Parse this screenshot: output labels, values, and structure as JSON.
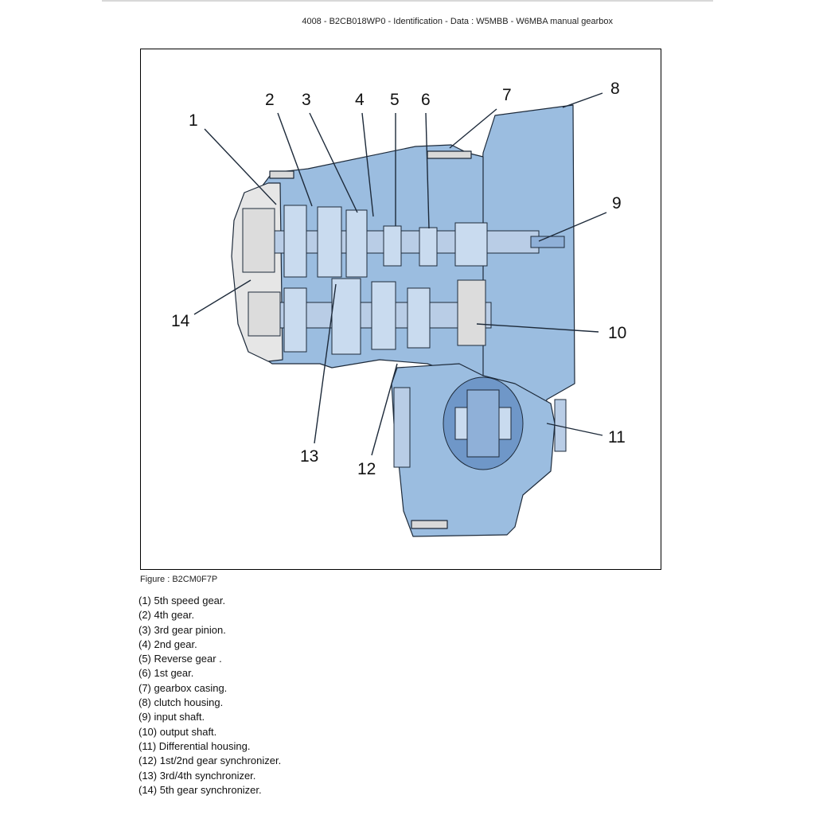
{
  "header": {
    "text": "4008 - B2CB018WP0 - Identification - Data : W5MBB - W6MBA manual gearbox"
  },
  "figure": {
    "callouts": [
      {
        "label": "1"
      },
      {
        "label": "2"
      },
      {
        "label": "3"
      },
      {
        "label": "4"
      },
      {
        "label": "5"
      },
      {
        "label": "6"
      },
      {
        "label": "7"
      },
      {
        "label": "8"
      },
      {
        "label": "9"
      },
      {
        "label": "10"
      },
      {
        "label": "11"
      },
      {
        "label": "12"
      },
      {
        "label": "13"
      },
      {
        "label": "14"
      }
    ],
    "caption": "Figure : B2CM0F7P",
    "colors": {
      "housing": "#9bbde0",
      "housing_dark": "#6f97c8",
      "outline": "#1d2a3a",
      "metal": "#d9d9d9"
    }
  },
  "legend": [
    "(1) 5th speed gear.",
    "(2) 4th gear.",
    "(3) 3rd gear pinion.",
    "(4) 2nd gear.",
    "(5) Reverse gear .",
    "(6) 1st gear.",
    "(7) gearbox casing.",
    "(8) clutch housing.",
    "(9) input shaft.",
    "(10) output shaft.",
    "(11) Differential housing.",
    "(12) 1st/2nd gear synchronizer.",
    "(13) 3rd/4th synchronizer.",
    "(14) 5th gear synchronizer."
  ]
}
